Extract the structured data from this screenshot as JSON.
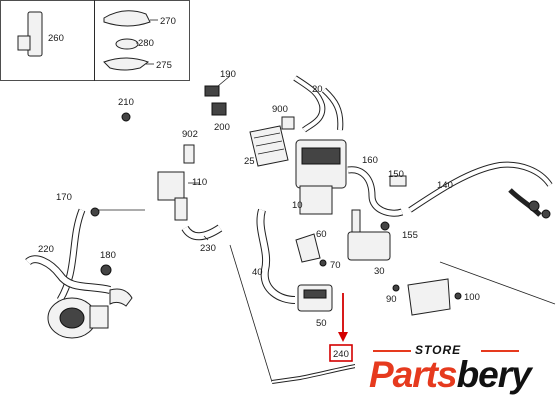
{
  "labels": {
    "p10": "10",
    "p20": "20",
    "p25": "25",
    "p30": "30",
    "p40": "40",
    "p50": "50",
    "p60": "60",
    "p70": "70",
    "p90": "90",
    "p100": "100",
    "p110": "110",
    "p140": "140",
    "p150": "150",
    "p155": "155",
    "p160": "160",
    "p170": "170",
    "p180": "180",
    "p190": "190",
    "p200": "200",
    "p210": "210",
    "p220": "220",
    "p230": "230",
    "p240": "240",
    "p260": "260",
    "p270": "270",
    "p275": "275",
    "p280": "280",
    "p900": "900",
    "p902": "902"
  },
  "highlight": {
    "part": "240",
    "color": "#d40000"
  },
  "logo": {
    "top": "STORE",
    "brand_a": "Parts",
    "brand_b": "bery",
    "accent": "#e63a1e"
  }
}
